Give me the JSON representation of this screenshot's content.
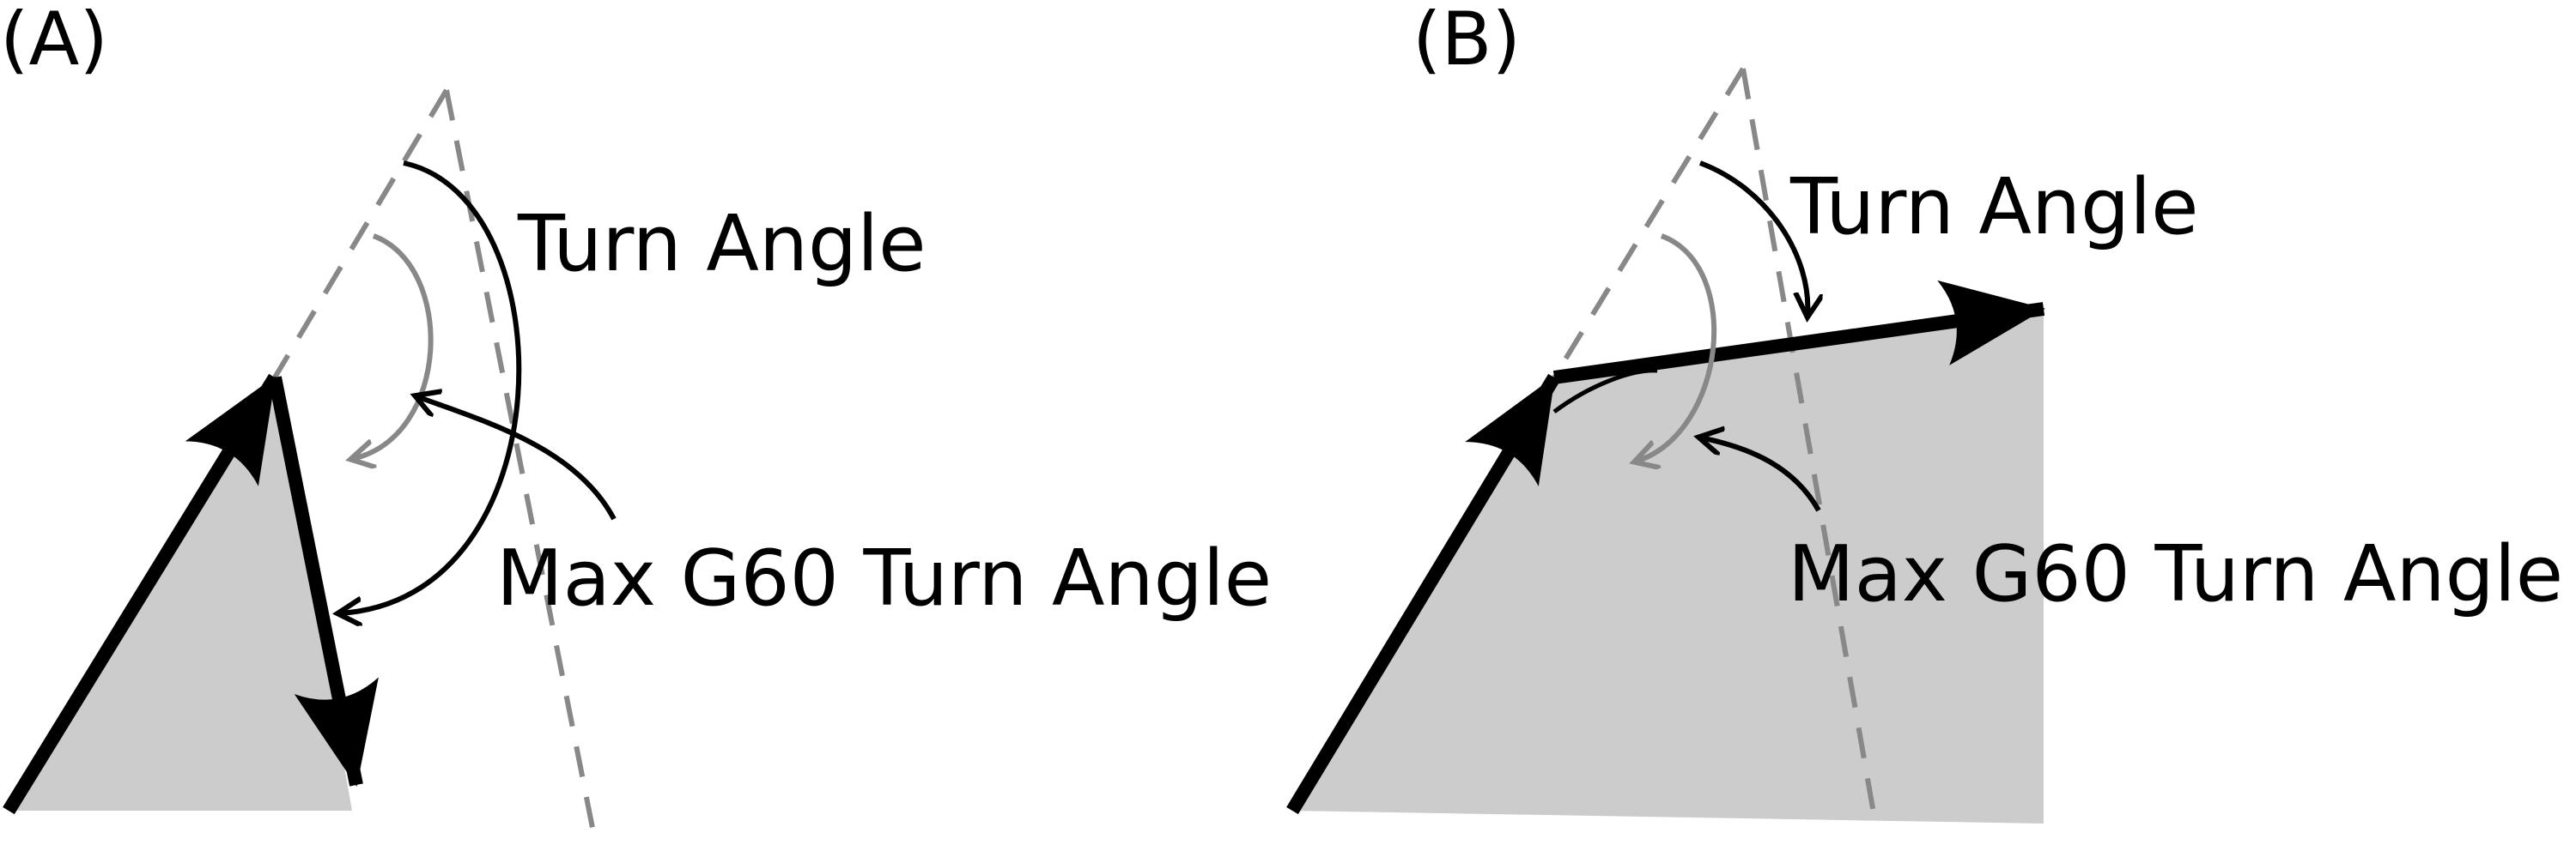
{
  "panels": [
    {
      "label": "(A)",
      "turn_angle_label": "Turn Angle",
      "max_turn_label": "Max G60 Turn Angle"
    },
    {
      "label": "(B)",
      "turn_angle_label": "Turn Angle",
      "max_turn_label": "Max G60 Turn Angle"
    }
  ],
  "colors": {
    "shaded_region": "#cccccc",
    "path_arrow": "#000000",
    "extension_line": "#888888",
    "max_angle_arc": "#888888",
    "turn_angle_arc": "#000000"
  }
}
